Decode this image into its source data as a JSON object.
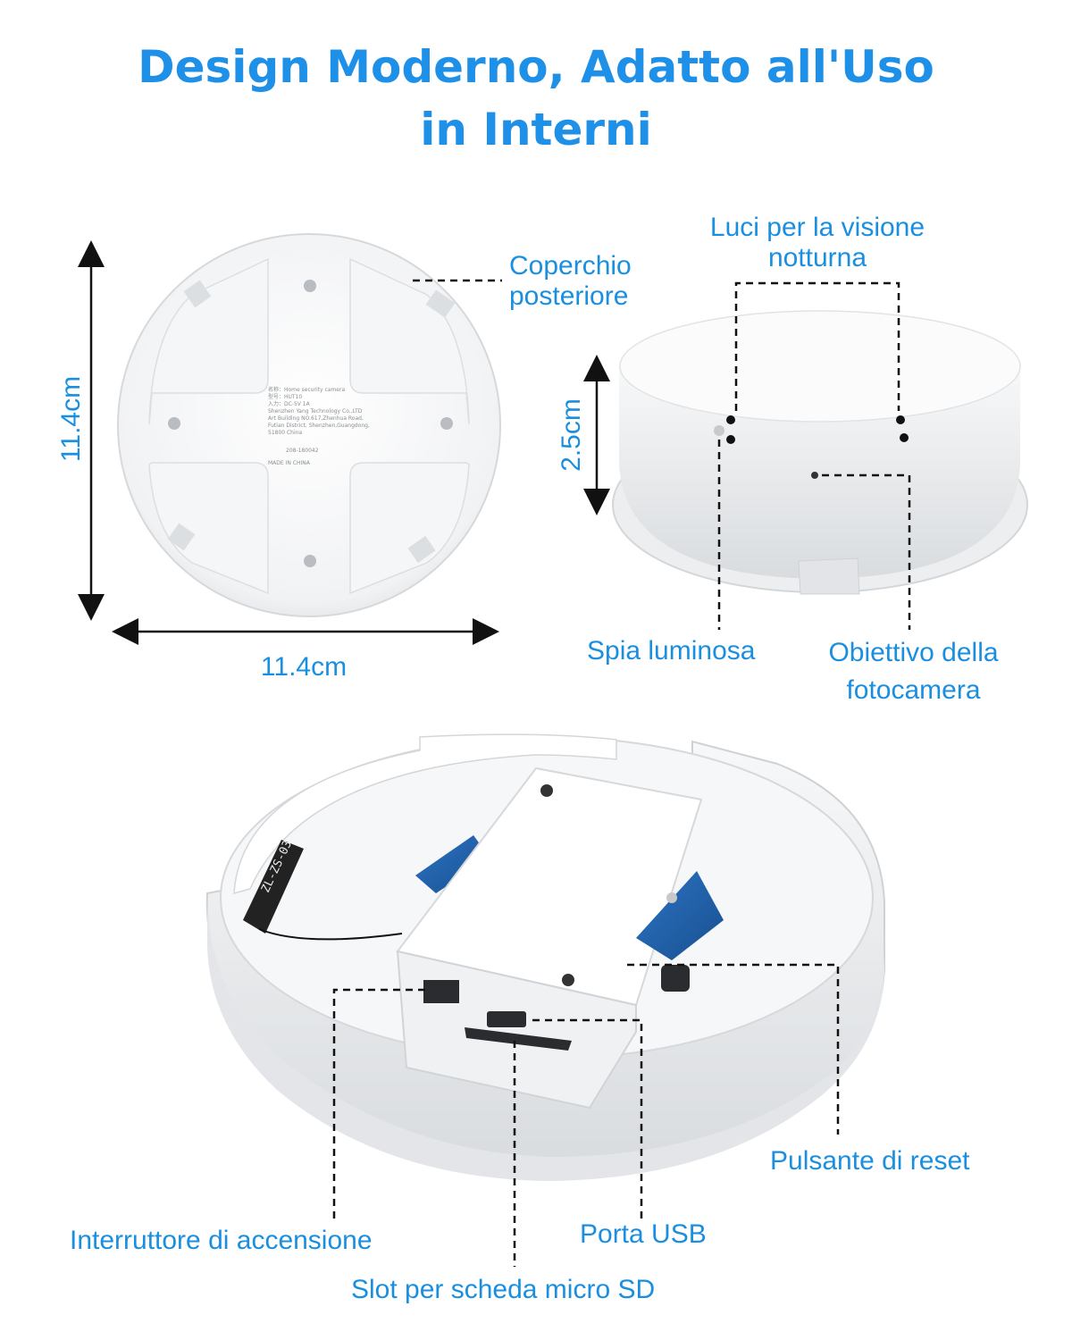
{
  "title": {
    "line1": "Design Moderno, Adatto all'Uso",
    "line2": "in Interni"
  },
  "dimensions": {
    "height_back": "11.4cm",
    "width_back": "11.4cm",
    "height_device": "2.5cm"
  },
  "back_label_text": {
    "line1": "名称：Home security camera",
    "line2": "型号：HUT10",
    "line3": "入力：DC-5V 1A",
    "line4": "Shenzhen Yang Technology Co.,LTD",
    "line5": "Art Building NO.617,Zhenhua Road,",
    "line6": "Futian District, Shenzhen,Guangdong,",
    "line7": "51800 China",
    "line8": "208-180042",
    "line9": "MADE IN CHINA"
  },
  "board_marking": "ZL-ZS-03",
  "labels": {
    "back_cover_1": "Coperchio",
    "back_cover_2": "posteriore",
    "night_lights_1": "Luci per la visione",
    "night_lights_2": "notturna",
    "indicator": "Spia luminosa",
    "lens_1": "Obiettivo della",
    "lens_2": "fotocamera",
    "reset": "Pulsante di reset",
    "power_switch": "Interruttore di accensione",
    "usb": "Porta USB",
    "sd_slot": "Slot per scheda micro SD"
  },
  "colors": {
    "accent": "#1a8fe0",
    "device": "#f4f5f7",
    "pcb": "#1f5fa8"
  }
}
